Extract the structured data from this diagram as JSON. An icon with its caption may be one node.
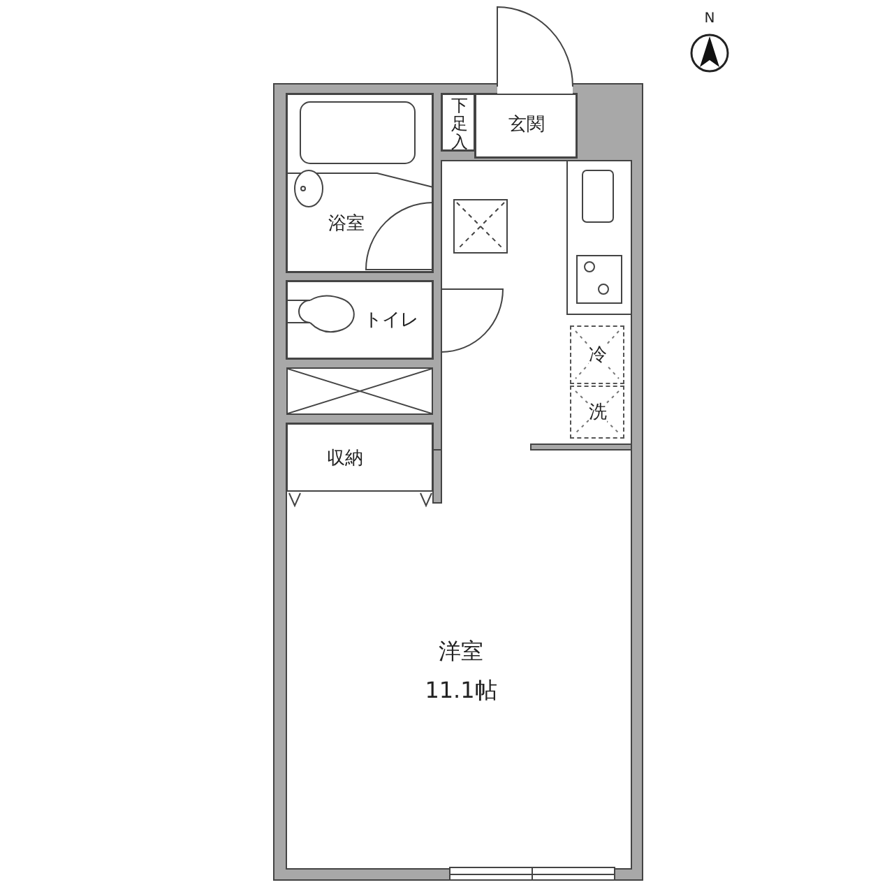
{
  "diagram": {
    "nodes": [
      {
        "text": [
          "下足入"
        ]
      },
      {
        "text": [
          "玄関"
        ]
      },
      {
        "text": [
          "浴室"
        ]
      },
      {
        "text": [
          "トイレ"
        ]
      },
      {
        "text": [
          "冷"
        ]
      },
      {
        "text": [
          "洗"
        ]
      },
      {
        "text": [],
        "shape": "box"
      },
      {
        "text": [
          "収納"
        ]
      },
      {
        "text": [
          "洋室",
          "11.1帖"
        ]
      }
    ],
    "labels": [
      "N"
    ]
  }
}
